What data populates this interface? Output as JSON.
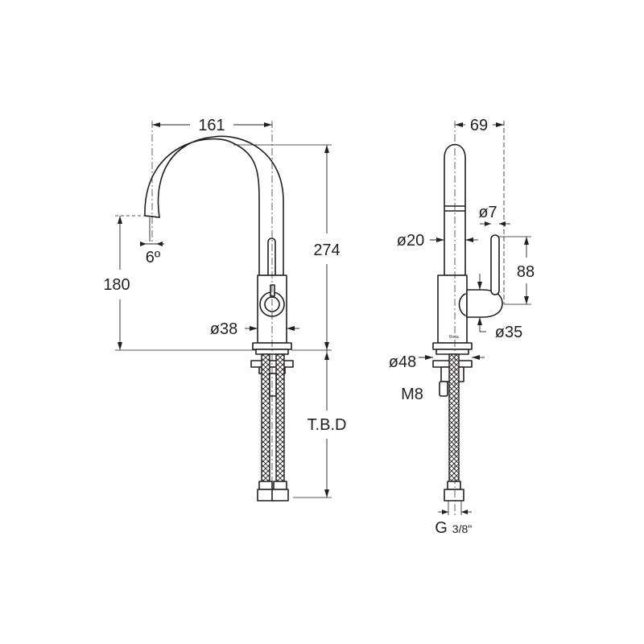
{
  "front_view": {
    "spout_reach": "161",
    "total_height": "274",
    "spout_outlet_height": "180",
    "spout_angle": "6º",
    "body_diameter": "ø38",
    "hose_length": "T.B.D"
  },
  "side_view": {
    "depth": "69",
    "spout_diameter": "ø20",
    "lever_diameter": "ø7",
    "lever_height": "88",
    "body_diameter": "ø35",
    "base_diameter": "ø48",
    "stud_thread": "M8",
    "connection_thread_main": "G",
    "connection_thread_fraction": "3/8\"",
    "brand_mark": "Roca"
  }
}
